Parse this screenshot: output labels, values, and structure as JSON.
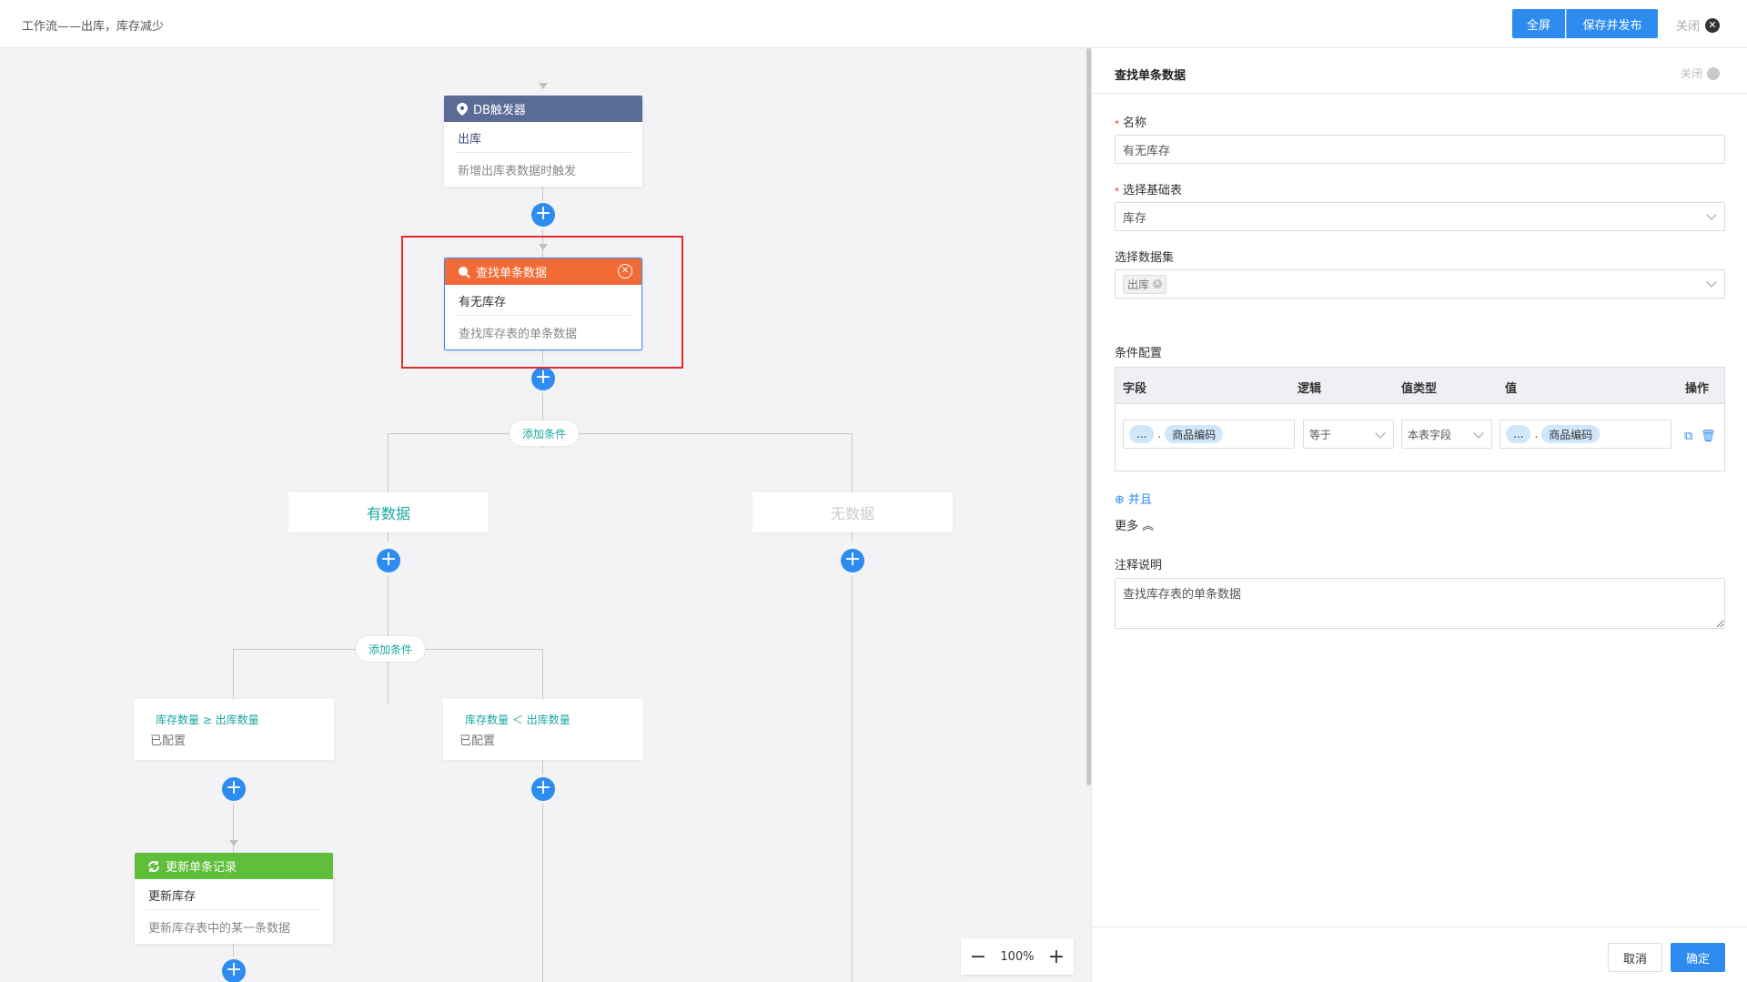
{
  "topbar": {
    "title": "工作流——出库，库存减少",
    "fullscreen_label": "全屏",
    "save_publish_label": "保存并发布",
    "close_label": "关闭"
  },
  "nodes": {
    "trigger": {
      "type_label": "DB触发器",
      "name": "出库",
      "desc": "新增出库表数据时触发",
      "color": "#5a6b96"
    },
    "find": {
      "type_label": "查找单条数据",
      "name": "有无库存",
      "desc": "查找库存表的单条数据",
      "color": "#f26a35"
    },
    "update": {
      "type_label": "更新单条记录",
      "name": "更新库存",
      "desc": "更新库存表中的某一条数据",
      "color": "#5fbe3a"
    }
  },
  "branches": {
    "add_condition_1": "添加条件",
    "has_data": "有数据",
    "no_data": "无数据",
    "add_condition_2": "添加条件",
    "cond_ge": {
      "expr": "库存数量 ≥ 出库数量",
      "status": "已配置"
    },
    "cond_lt": {
      "expr": "库存数量 ＜ 出库数量",
      "status": "已配置"
    }
  },
  "zoom": {
    "level": "100%"
  },
  "panel": {
    "title": "查找单条数据",
    "close_label": "关闭",
    "name_label": "名称",
    "name_value": "有无库存",
    "base_table_label": "选择基础表",
    "base_table_value": "库存",
    "dataset_label": "选择数据集",
    "dataset_tag": "出库",
    "condition_label": "条件配置",
    "table_headers": {
      "field": "字段",
      "logic": "逻辑",
      "value_type": "值类型",
      "value": "值",
      "action": "操作"
    },
    "row": {
      "field_prefix": "...",
      "field_name": "商品编码",
      "logic": "等于",
      "value_type": "本表字段",
      "value_prefix": "...",
      "value_name": "商品编码"
    },
    "and_label": "并且",
    "more_label": "更多",
    "note_label": "注释说明",
    "note_value": "查找库存表的单条数据",
    "cancel_label": "取消",
    "ok_label": "确定"
  }
}
